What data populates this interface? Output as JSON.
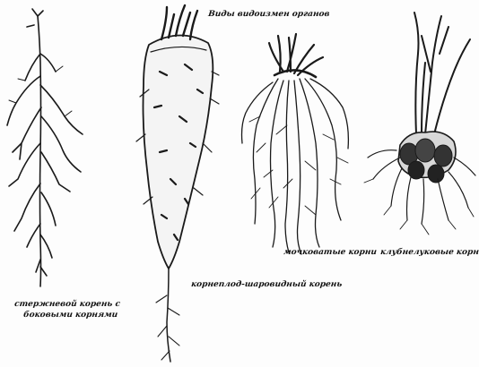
{
  "labels": {
    "tops": "Виды видоизмен органов",
    "tap_root_line1": "стержневой корень с",
    "tap_root_line2": "боковыми корнями",
    "storage_root": "корнеплод-шаровидный корень",
    "fibrous_root": "мочковатые корни",
    "tuberous_root": "клубнелуковые корни"
  },
  "ink_color": "#1a1a1a",
  "background": "#fdfdfd"
}
